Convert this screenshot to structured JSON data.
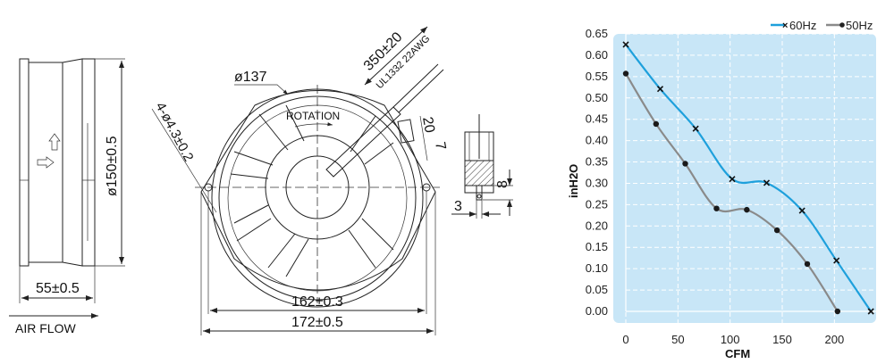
{
  "drawing": {
    "side_view": {
      "diameter": "ø150±0.5",
      "depth": "55±0.5",
      "airflow": "AIR FLOW"
    },
    "front_view": {
      "ring": "ø137",
      "rotation": "ROTATION",
      "holes": "4-ø4.3±0.2",
      "lead_length": "350±20",
      "wire": "UL1332  22AWG",
      "terminal_width": "20",
      "terminal_offset": "7",
      "hole_spacing": "162±0.3",
      "overall_width": "172±0.5"
    },
    "terminal_detail": {
      "height": "8",
      "width": "3"
    }
  },
  "chart_data": {
    "type": "line",
    "title": "",
    "xlabel": "CFM",
    "ylabel": "inH2O",
    "xlim": [
      0,
      240
    ],
    "ylim": [
      0,
      0.65
    ],
    "xticks": [
      "0",
      "50",
      "100",
      "150",
      "200"
    ],
    "yticks": [
      "0.00",
      "0.05",
      "0.10",
      "0.15",
      "0.20",
      "0.25",
      "0.30",
      "0.35",
      "0.40",
      "0.45",
      "0.50",
      "0.55",
      "0.60",
      "0.65"
    ],
    "grid": true,
    "legend_position": "top-right",
    "series": [
      {
        "name": "60Hz",
        "color": "#1ea0dc",
        "marker": "x",
        "x": [
          0,
          33,
          67,
          102,
          135,
          169,
          202,
          235
        ],
        "y": [
          0.625,
          0.521,
          0.428,
          0.31,
          0.301,
          0.236,
          0.119,
          0.0
        ]
      },
      {
        "name": "50Hz",
        "color": "#8a8a8a",
        "marker": "dot",
        "x": [
          0,
          29,
          57,
          87,
          116,
          145,
          174,
          203
        ],
        "y": [
          0.557,
          0.439,
          0.346,
          0.241,
          0.238,
          0.19,
          0.111,
          0.0
        ]
      }
    ]
  }
}
